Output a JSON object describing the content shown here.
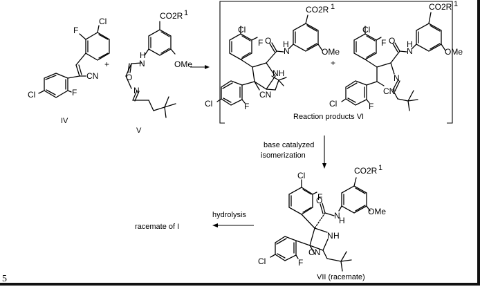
{
  "compound_iv": {
    "label": "IV",
    "atoms": [
      "Cl",
      "F",
      "CN",
      "Cl",
      "F"
    ]
  },
  "compound_v": {
    "label": "V",
    "atoms": [
      "CO2R",
      "1",
      "O",
      "H",
      "N",
      "OMe",
      "N"
    ]
  },
  "plus_signs": [
    "+",
    "+"
  ],
  "product_a": {
    "atoms": [
      "CO2R",
      "1",
      "Cl",
      "F",
      "O",
      "N",
      "H",
      "OMe",
      "NH",
      "CN",
      "Cl",
      "F"
    ]
  },
  "product_b": {
    "atoms": [
      "CO2R",
      "1",
      "Cl",
      "F",
      "O",
      "H",
      "N",
      "OMe",
      "N",
      "CN",
      "Cl",
      "F"
    ]
  },
  "reaction_products_label": "Reaction products VI",
  "isomerization": {
    "line1": "base catalyzed",
    "line2": "isomerization"
  },
  "compound_vii": {
    "label": "VII (racemate)",
    "atoms": [
      "CO2R",
      "1",
      "Cl",
      "F",
      "O",
      "N",
      "H",
      "OMe",
      "N",
      "H",
      "CN",
      "Cl",
      "F"
    ]
  },
  "hydrolysis": {
    "label": "hydrolysis",
    "product": "racemate of I"
  },
  "page_number": "5",
  "colors": {
    "ink": "#000000",
    "background": "#ffffff",
    "frame": "#111111"
  }
}
